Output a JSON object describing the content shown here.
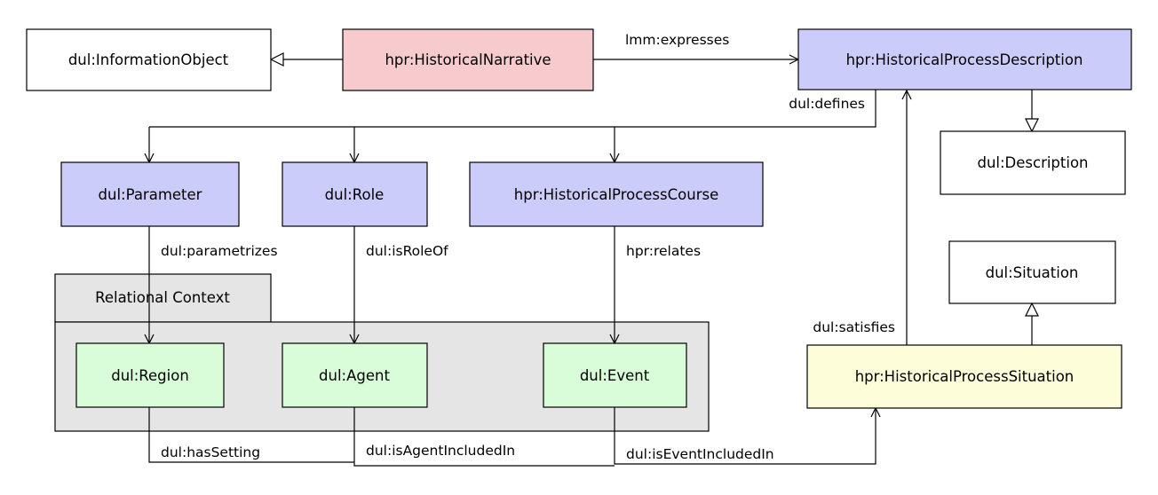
{
  "colors": {
    "pink": "#f7cbcd",
    "lavender": "#ccccfa",
    "green": "#d9fcd9",
    "yellow": "#fdfdd9",
    "white": "#ffffff",
    "context_fill": "#e5e5e5",
    "stroke": "#000000"
  },
  "nodes": {
    "information_object": "dul:InformationObject",
    "historical_narrative": "hpr:HistoricalNarrative",
    "historical_process_description": "hpr:HistoricalProcessDescription",
    "description": "dul:Description",
    "parameter": "dul:Parameter",
    "role": "dul:Role",
    "historical_process_course": "hpr:HistoricalProcessCourse",
    "situation": "dul:Situation",
    "region": "dul:Region",
    "agent": "dul:Agent",
    "event": "dul:Event",
    "historical_process_situation": "hpr:HistoricalProcessSituation"
  },
  "context": {
    "label": "Relational Context"
  },
  "edges": {
    "expresses": "lmm:expresses",
    "defines": "dul:defines",
    "parametrizes": "dul:parametrizes",
    "is_role_of": "dul:isRoleOf",
    "relates": "hpr:relates",
    "satisfies": "dul:satisfies",
    "has_setting": "dul:hasSetting",
    "is_agent_included_in": "dul:isAgentIncludedIn",
    "is_event_included_in": "dul:isEventIncludedIn"
  }
}
